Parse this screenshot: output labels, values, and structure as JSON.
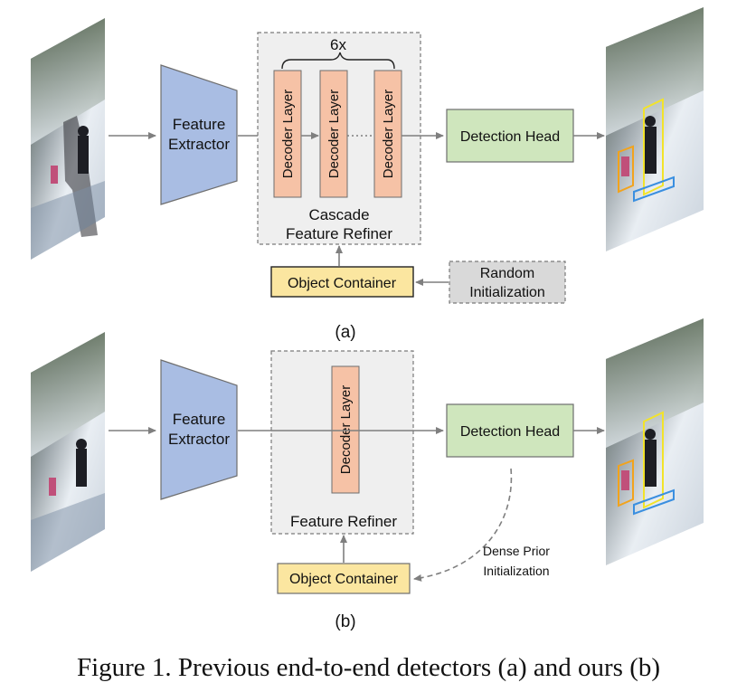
{
  "panel_a": {
    "label": "(a)",
    "feature_extractor": [
      "Feature",
      "Extractor"
    ],
    "repeat_label": "6x",
    "decoder_layer": "Decoder Layer",
    "dots": "......",
    "refiner": [
      "Cascade",
      "Feature Refiner"
    ],
    "detection_head": "Detection Head",
    "object_container": "Object Container",
    "random_init": [
      "Random",
      "Initialization"
    ]
  },
  "panel_b": {
    "label": "(b)",
    "feature_extractor": [
      "Feature",
      "Extractor"
    ],
    "decoder_layer": "Decoder Layer",
    "refiner": "Feature Refiner",
    "detection_head": "Detection Head",
    "object_container": "Object Container",
    "dense_prior": [
      "Dense Prior",
      "Initialization"
    ]
  },
  "caption": "Figure 1. Previous end-to-end detectors (a) and ours (b)",
  "colors": {
    "extractor": "#a9bde3",
    "decoder": "#f6c2a6",
    "head": "#cfe6bd",
    "container": "#fbe6a0",
    "refiner_bg": "#efefef",
    "random_bg": "#d9d9d9",
    "arrow": "#7f7f7f"
  }
}
